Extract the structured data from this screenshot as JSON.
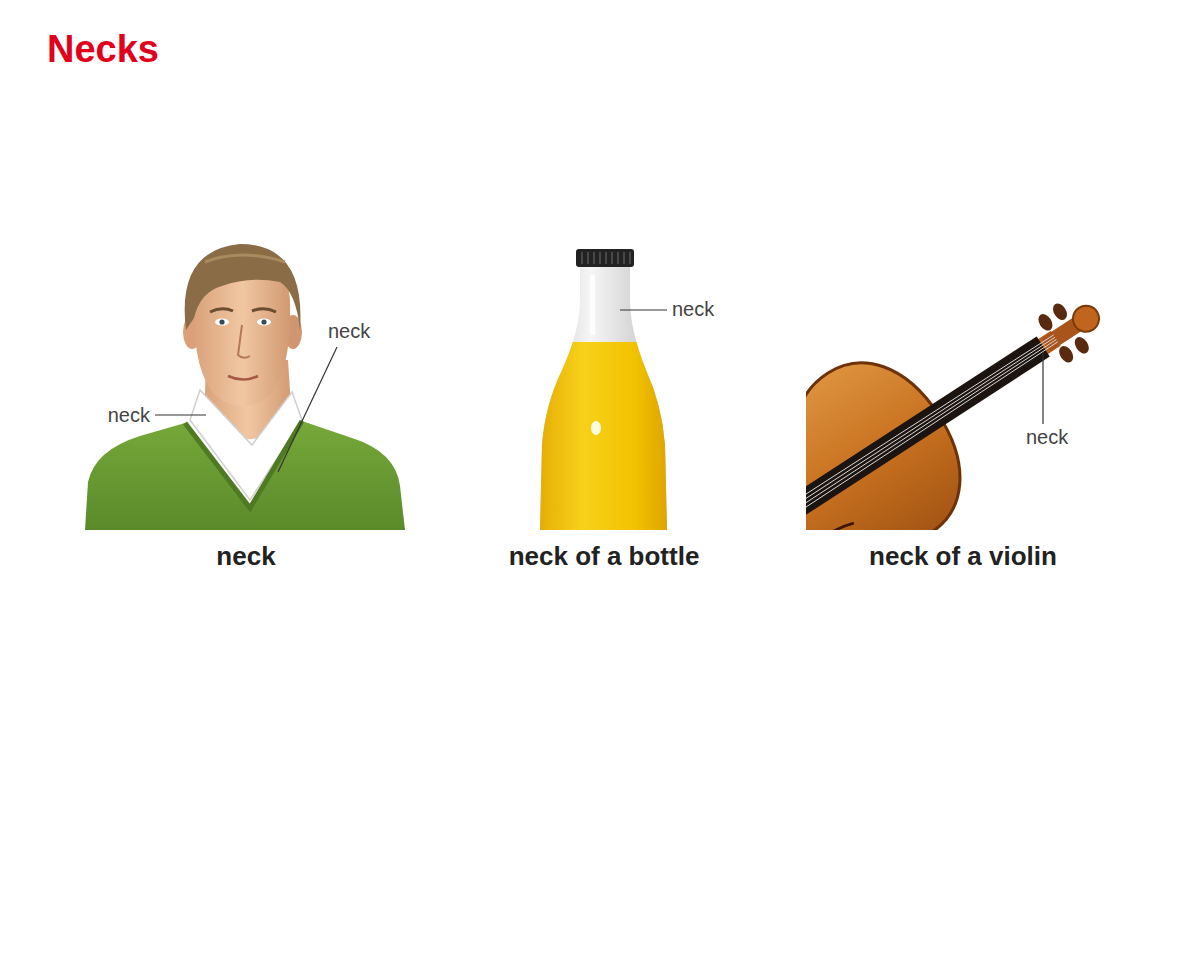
{
  "diagram": {
    "title": "Necks",
    "labels": [
      "neck",
      "neck",
      "neck",
      "neck",
      "neck",
      "neck of a bottle",
      "neck of a violin"
    ]
  }
}
